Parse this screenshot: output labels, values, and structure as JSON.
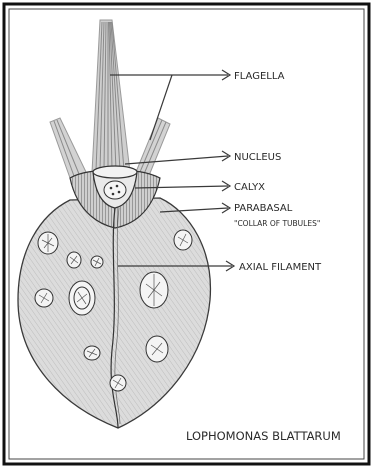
{
  "labels": {
    "flagella": "FLAGELLA",
    "nucleus": "NUCLEUS",
    "calyx": "CALYX",
    "parabasal": "PARABASAL",
    "collar": "\"COLLAR OF TUBULES\"",
    "axial": "AXIAL FILAMENT",
    "title": "LOPHOMONAS BLATTARUM"
  },
  "colors": {
    "ink": "#3a3a3a",
    "body_fill": "#dedede",
    "frame": "#111111"
  }
}
